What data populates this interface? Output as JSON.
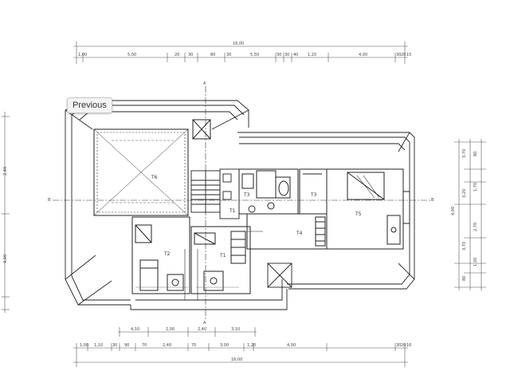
{
  "viewer": {
    "previous_label": "Previous"
  },
  "plan": {
    "top_dims": {
      "total": "16,00",
      "segments": [
        "1,00",
        "5,00",
        "20",
        "30",
        "80",
        "30",
        "5,50",
        "30",
        "30",
        "40",
        "1,20",
        "4,00",
        "30",
        "20",
        "15"
      ]
    },
    "bottom_dims": {
      "total": "16,00",
      "row1": [
        "4,10",
        "2,00",
        "2,40",
        "3,10"
      ],
      "row2": [
        "1,00",
        "1,10",
        "30",
        "90",
        "70",
        "2,40",
        "70",
        "3,00",
        "1,20",
        "4,00",
        "30",
        "20",
        "16"
      ]
    },
    "left_dims": [
      "2,40",
      "4,00"
    ],
    "right_dims": [
      "3,70",
      "80",
      "4,00",
      "3,20",
      "1,70",
      "3,70",
      "2,70",
      "1,30",
      "80"
    ],
    "rooms": [
      "T6",
      "T1",
      "T3",
      "T4",
      "T5",
      "T2",
      "T1"
    ],
    "section_marks": [
      "A",
      "A",
      "B",
      "B"
    ]
  },
  "colors": {
    "line": "#222222",
    "dim_line": "#555555",
    "background": "#ffffff"
  }
}
